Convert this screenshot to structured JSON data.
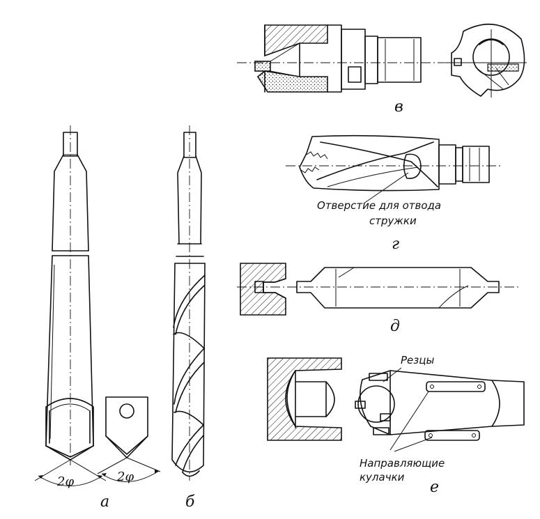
{
  "labels": {
    "a": "а",
    "b": "б",
    "v": "в",
    "g": "г",
    "d": "д",
    "e": "е",
    "angle_a": "2φ",
    "angle_insert": "2φ"
  },
  "callouts": {
    "hole_line1": "Отверстие для отвода",
    "hole_line2": "стружки",
    "cutters": "Резцы",
    "guide_line1": "Направляющие",
    "guide_line2": "кулачки"
  }
}
